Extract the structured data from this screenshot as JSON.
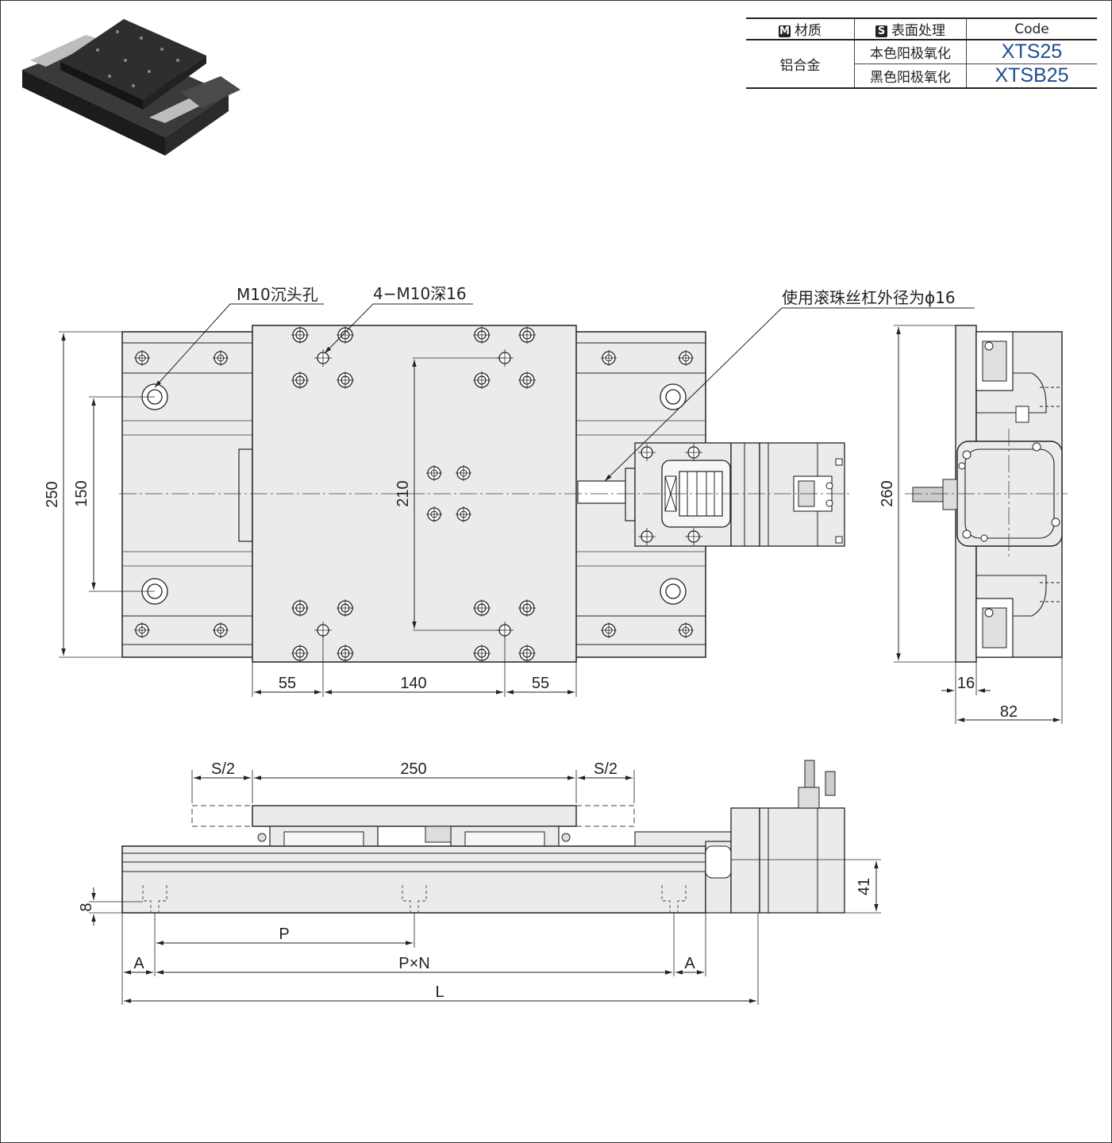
{
  "table": {
    "header": {
      "material_badge": "M",
      "material": "材质",
      "surface_badge": "S",
      "surface": "表面处理",
      "code": "Code"
    },
    "material_value": "铝合金",
    "rows": [
      {
        "surface": "本色阳极氧化",
        "code": "XTS25"
      },
      {
        "surface": "黑色阳极氧化",
        "code": "XTSB25"
      }
    ]
  },
  "callouts": {
    "counterbore": "M10沉头孔",
    "tapped": "4−M10深16",
    "ballscrew": "使用滚珠丝杠外径为ϕ16"
  },
  "dims": {
    "d250": "250",
    "d150": "150",
    "d210": "210",
    "d55a": "55",
    "d140": "140",
    "d55b": "55",
    "d260": "260",
    "d16": "16",
    "d82": "82",
    "s2a": "S/2",
    "stroke250": "250",
    "s2b": "S/2",
    "d8": "8",
    "d41": "41",
    "p": "P",
    "a1": "A",
    "pxn": "P×N",
    "a2": "A",
    "l": "L"
  },
  "colors": {
    "fill": "#ebebeb",
    "line": "#222222",
    "dark": "#555555",
    "code": "#1d4f8f"
  }
}
